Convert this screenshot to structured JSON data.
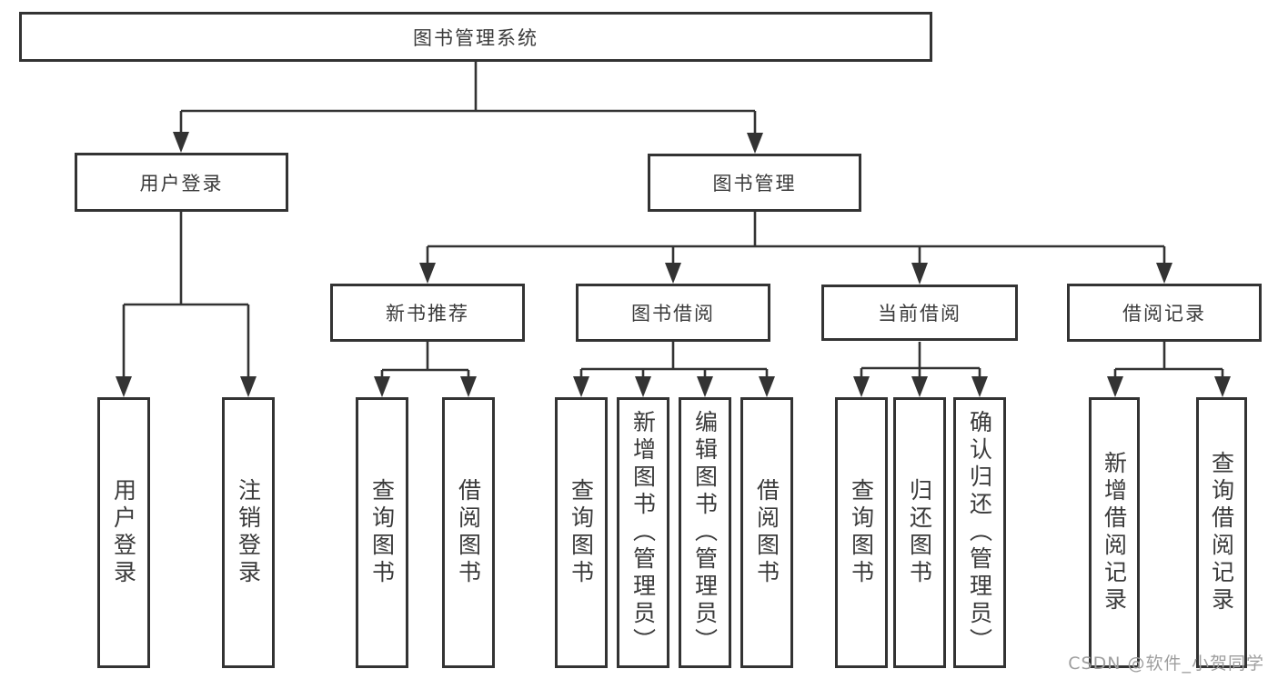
{
  "diagram": {
    "root": {
      "label": "图书管理系统"
    },
    "branches": [
      {
        "label": "用户登录",
        "children": [
          {
            "label": "用户登录"
          },
          {
            "label": "注销登录"
          }
        ]
      },
      {
        "label": "图书管理",
        "children": [
          {
            "label": "新书推荐",
            "children": [
              {
                "label": "查询图书"
              },
              {
                "label": "借阅图书"
              }
            ]
          },
          {
            "label": "图书借阅",
            "children": [
              {
                "label": "查询图书"
              },
              {
                "label": "新增图书（管理员）"
              },
              {
                "label": "编辑图书（管理员）"
              },
              {
                "label": "借阅图书"
              }
            ]
          },
          {
            "label": "当前借阅",
            "children": [
              {
                "label": "查询图书"
              },
              {
                "label": "归还图书"
              },
              {
                "label": "确认归还（管理员）"
              }
            ]
          },
          {
            "label": "借阅记录",
            "children": [
              {
                "label": "新增借阅记录"
              },
              {
                "label": "查询借阅记录"
              }
            ]
          }
        ]
      }
    ],
    "watermark": "CSDN @软件_小贺同学",
    "colors": {
      "line": "#333333",
      "text": "#3a3a3a",
      "background": "#ffffff",
      "watermark": "#9e9e9e"
    }
  }
}
